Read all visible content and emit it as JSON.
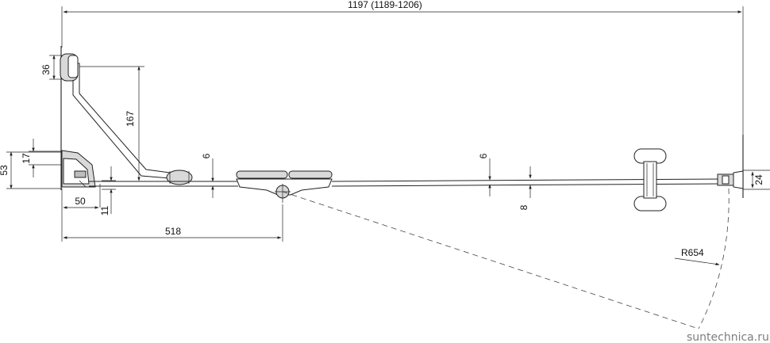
{
  "dimensions": {
    "total_width": "1197 (1189-1206)",
    "handle_offset": "36",
    "brace_height": "167",
    "left_profile_height": "53",
    "left_profile_inner": "17",
    "left_offset": "50",
    "left_gap": "11",
    "hinge_position": "518",
    "glass_left": "6",
    "glass_right": "6",
    "glass_lower": "8",
    "right_profile": "24",
    "swing_radius": "R654"
  },
  "watermark": "suntechnica.ru"
}
